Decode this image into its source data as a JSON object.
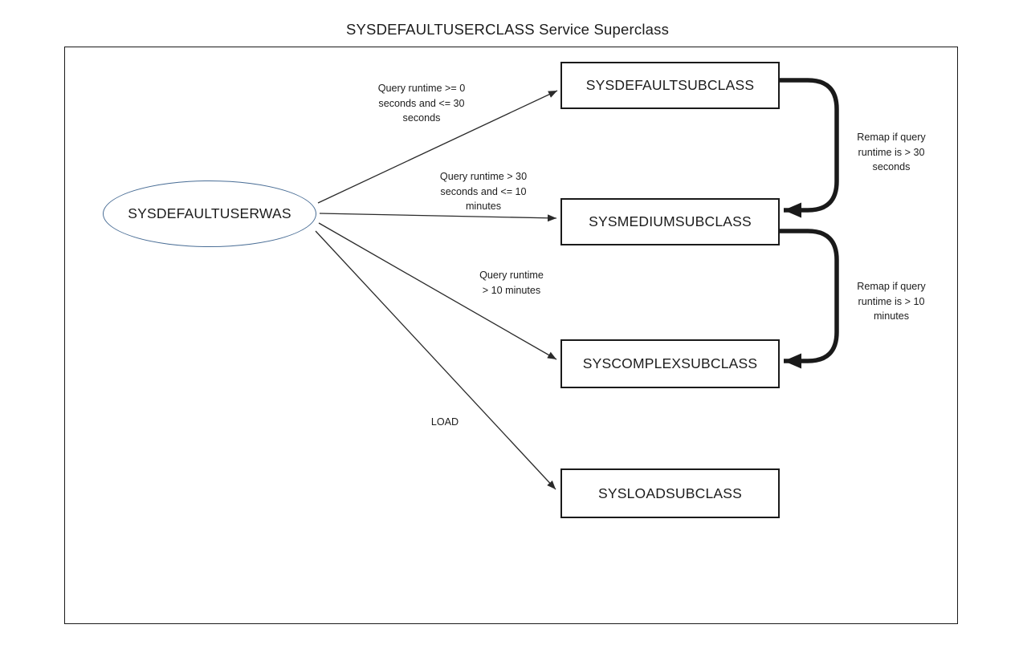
{
  "title": "SYSDEFAULTUSERCLASS Service Superclass",
  "diagram": {
    "superclass": {
      "label": "SYSDEFAULTUSERWAS"
    },
    "subclasses": [
      {
        "label": "SYSDEFAULTSUBCLASS"
      },
      {
        "label": "SYSMEDIUMSUBCLASS"
      },
      {
        "label": "SYSCOMPLEXSUBCLASS"
      },
      {
        "label": "SYSLOADSUBCLASS"
      }
    ],
    "edges": [
      {
        "from": "SYSDEFAULTUSERWAS",
        "to": "SYSDEFAULTSUBCLASS",
        "label": "Query runtime >= 0\nseconds and <= 30\nseconds"
      },
      {
        "from": "SYSDEFAULTUSERWAS",
        "to": "SYSMEDIUMSUBCLASS",
        "label": "Query runtime > 30\nseconds and <= 10\nminutes"
      },
      {
        "from": "SYSDEFAULTUSERWAS",
        "to": "SYSCOMPLEXSUBCLASS",
        "label": "Query runtime\n> 10 minutes"
      },
      {
        "from": "SYSDEFAULTUSERWAS",
        "to": "SYSLOADSUBCLASS",
        "label": "LOAD"
      }
    ],
    "remaps": [
      {
        "from": "SYSDEFAULTSUBCLASS",
        "to": "SYSMEDIUMSUBCLASS",
        "label": "Remap if query\nruntime is > 30\nseconds"
      },
      {
        "from": "SYSMEDIUMSUBCLASS",
        "to": "SYSCOMPLEXSUBCLASS",
        "label": "Remap if query\nruntime is > 10\nminutes"
      }
    ],
    "colors": {
      "ellipse_border": "#4a6e96",
      "box_border": "#1a1a1a",
      "connector": "#2a2a2a"
    }
  }
}
